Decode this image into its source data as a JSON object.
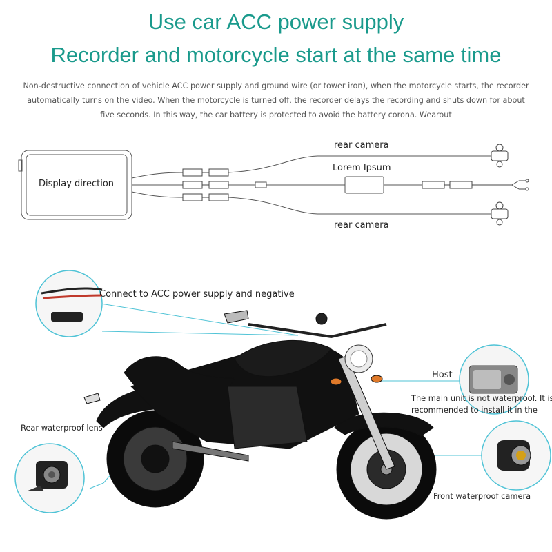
{
  "header": {
    "title_line1": "Use car ACC power supply",
    "title_line2": "Recorder and motorcycle start at the same time",
    "intro": "Non-destructive connection of vehicle ACC power supply and ground wire (or tower iron), when the motorcycle starts, the recorder automatically turns on the video. When the motorcycle is turned off, the recorder delays the recording and shuts down for about five seconds. In this way, the car battery is protected to avoid the battery corona. Wearout"
  },
  "wiring": {
    "display_label": "Display direction",
    "rear_camera_top": "rear camera",
    "power_label": "Lorem Ipsum",
    "rear_camera_bottom": "rear camera"
  },
  "install": {
    "acc_label": "Connect to ACC power supply and negative",
    "host_label": "Host",
    "host_note_1": "The main unit is not waterproof. It is",
    "host_note_2": "recommended to install it in the",
    "rear_lens_label": "Rear waterproof lens",
    "front_cam_label": "Front waterproof camera"
  },
  "colors": {
    "title": "#1a9a8c",
    "callout": "#4fc3d6"
  }
}
